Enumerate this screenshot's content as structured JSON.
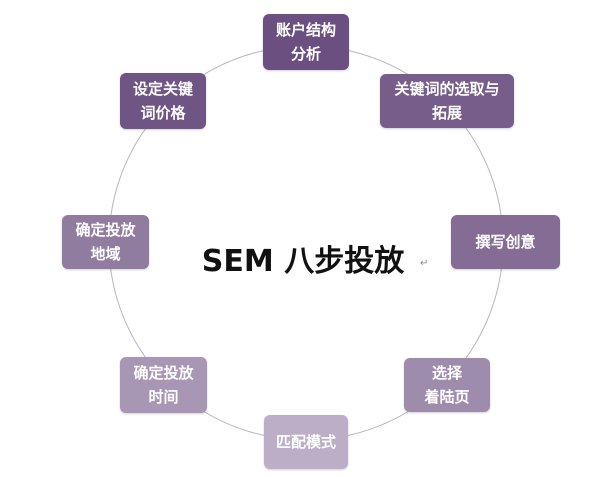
{
  "title": "SEM 八步投放",
  "ring_color": "#b7b3cb",
  "steps": [
    {
      "label": "账户结构\n分析",
      "color": "#6b4f80"
    },
    {
      "label": "关键词的选取与\n拓展",
      "color": "#775d8a"
    },
    {
      "label": "撰写创意",
      "color": "#846c95"
    },
    {
      "label": "选择\n着陆页",
      "color": "#9e8cad"
    },
    {
      "label": "匹配模式",
      "color": "#bbaec6"
    },
    {
      "label": "确定投放\n时间",
      "color": "#a797b5"
    },
    {
      "label": "确定投放\n地域",
      "color": "#8f7c9f"
    },
    {
      "label": "设定关键\n词价格",
      "color": "#6f5583"
    }
  ]
}
